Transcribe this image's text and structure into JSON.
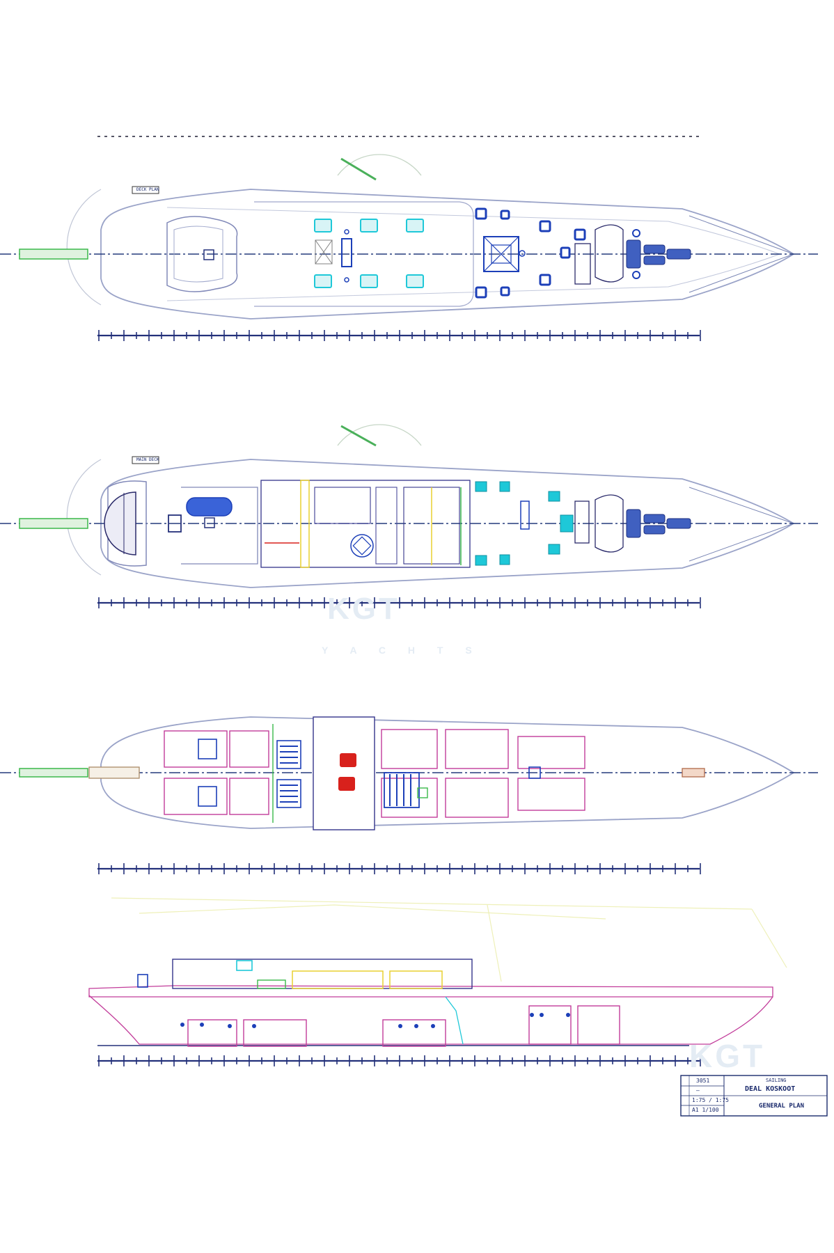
{
  "drawing": {
    "views": [
      {
        "id": "weather-deck-plan",
        "label": "DECK PLAN"
      },
      {
        "id": "main-deck-plan",
        "label": "MAIN DECK"
      },
      {
        "id": "lower-deck-plan",
        "label": ""
      },
      {
        "id": "profile-elevation",
        "label": ""
      }
    ],
    "watermark": {
      "brand": "KGT",
      "sub": "Y A C H T S"
    },
    "title_block": {
      "rows": [
        "3051",
        "—",
        "1:75 / 1:75",
        "A1 1/100"
      ],
      "name_line1": "SAILING",
      "name_line2": "DEAL KOSKOOT",
      "name_line3": "GENERAL PLAN"
    },
    "colors": {
      "outline": "#9aa3c8",
      "centerline": "#233a7c",
      "scale": "#23307a",
      "accent_cyan": "#1ec8d8",
      "accent_blue": "#1c3fb8",
      "accent_red": "#d8211c",
      "accent_green": "#3ab84a",
      "accent_magenta": "#c23c9a",
      "accent_yellow": "#e8d030"
    }
  }
}
